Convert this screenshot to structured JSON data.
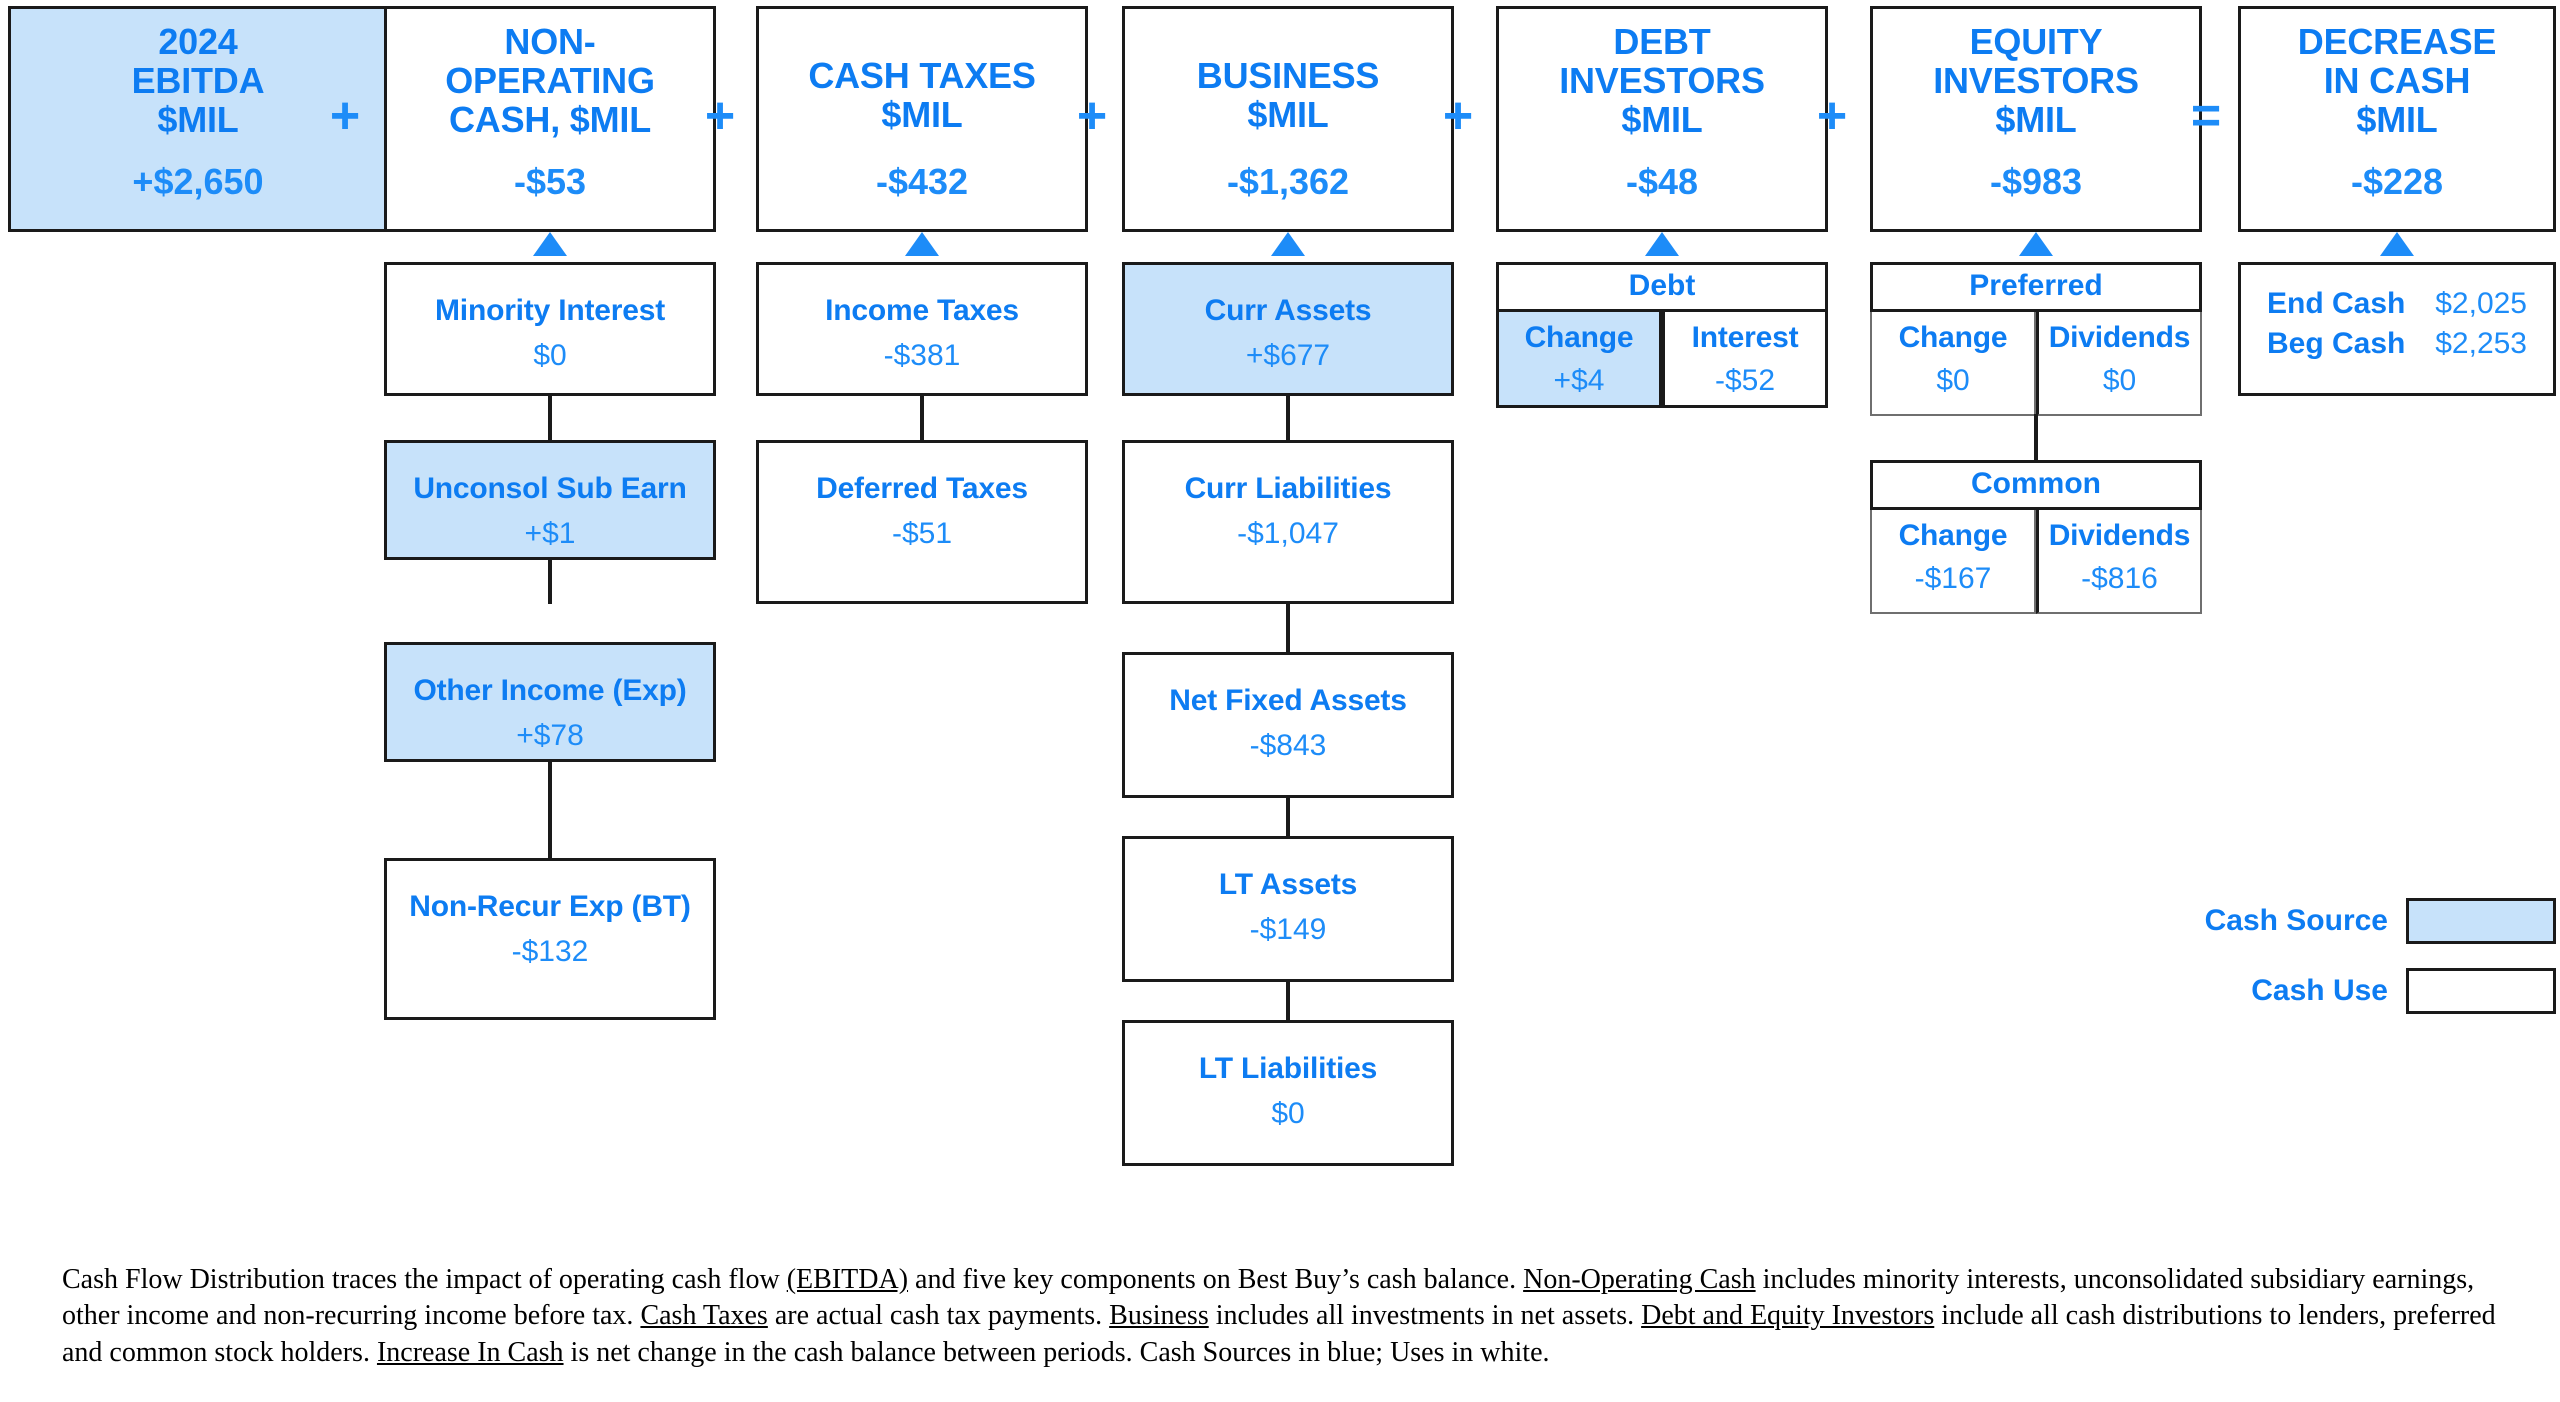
{
  "colors": {
    "accent_blue": "#0d7cf2",
    "value_blue": "#1d8cf8",
    "cash_source_fill": "#c7e2fa",
    "cash_use_fill": "#ffffff",
    "border": "#1a1a1a"
  },
  "operators": {
    "plus": "+",
    "equals": "="
  },
  "columns": [
    {
      "id": "ebitda",
      "title": "2024\nEBITDA\n$MIL",
      "title_lines": [
        "2024",
        "EBITDA",
        "$MIL"
      ],
      "value": "+$2,650",
      "type": "source",
      "operator_after": "+",
      "children": []
    },
    {
      "id": "non-operating-cash",
      "title_lines": [
        "NON-",
        "OPERATING",
        "CASH, $MIL"
      ],
      "value": "-$53",
      "type": "use",
      "operator_after": "+",
      "children": [
        {
          "label": "Minority Interest",
          "value": "$0",
          "type": "use"
        },
        {
          "label": "Unconsol Sub Earn",
          "value": "+$1",
          "type": "source"
        },
        {
          "label": "Other Income (Exp)",
          "value": "+$78",
          "type": "source"
        },
        {
          "label": "Non-Recur Exp (BT)",
          "value": "-$132",
          "type": "use"
        }
      ]
    },
    {
      "id": "cash-taxes",
      "title_lines": [
        "CASH TAXES",
        "$MIL"
      ],
      "value": "-$432",
      "type": "use",
      "operator_after": "+",
      "children": [
        {
          "label": "Income Taxes",
          "value": "-$381",
          "type": "use"
        },
        {
          "label": "Deferred Taxes",
          "value": "-$51",
          "type": "use"
        }
      ]
    },
    {
      "id": "business",
      "title_lines": [
        "BUSINESS",
        "$MIL"
      ],
      "value": "-$1,362",
      "type": "use",
      "operator_after": "+",
      "children": [
        {
          "label": "Curr Assets",
          "value": "+$677",
          "type": "source"
        },
        {
          "label": "Curr Liabilities",
          "value": "-$1,047",
          "type": "use"
        },
        {
          "label": "Net Fixed Assets",
          "value": "-$843",
          "type": "use"
        },
        {
          "label": "LT Assets",
          "value": "-$149",
          "type": "use"
        },
        {
          "label": "LT Liabilities",
          "value": "$0",
          "type": "use"
        }
      ]
    },
    {
      "id": "debt-investors",
      "title_lines": [
        "DEBT",
        "INVESTORS",
        "$MIL"
      ],
      "value": "-$48",
      "type": "use",
      "operator_after": "+",
      "children": []
    },
    {
      "id": "equity-investors",
      "title_lines": [
        "EQUITY",
        "INVESTORS",
        "$MIL"
      ],
      "value": "-$983",
      "type": "use",
      "operator_after": "=",
      "children": []
    },
    {
      "id": "decrease-in-cash",
      "title_lines": [
        "DECREASE",
        "IN CASH",
        "$MIL"
      ],
      "value": "-$228",
      "type": "use",
      "operator_after": "",
      "children": []
    }
  ],
  "debt_table": {
    "title": "Debt",
    "cells": [
      {
        "header": "Change",
        "value": "+$4",
        "type": "source"
      },
      {
        "header": "Interest",
        "value": "-$52",
        "type": "use"
      }
    ]
  },
  "preferred_table": {
    "title": "Preferred",
    "cells": [
      {
        "header": "Change",
        "value": "$0",
        "type": "use"
      },
      {
        "header": "Dividends",
        "value": "$0",
        "type": "use"
      }
    ]
  },
  "common_table": {
    "title": "Common",
    "cells": [
      {
        "header": "Change",
        "value": "-$167",
        "type": "use"
      },
      {
        "header": "Dividends",
        "value": "-$816",
        "type": "use"
      }
    ]
  },
  "cash_summary": {
    "rows": [
      {
        "label": "End Cash",
        "amount": "$2,025"
      },
      {
        "label": "Beg Cash",
        "amount": "$2,253"
      }
    ]
  },
  "legend": {
    "source_label": "Cash Source",
    "use_label": "Cash Use"
  },
  "footer": {
    "part1": "Cash Flow Distribution traces the impact of operating cash flow ",
    "u1": "(EBITDA)",
    "part2": " and five key components on Best Buy’s cash balance.  ",
    "u2": "Non-Operating  Cash",
    "part3": " includes minority interests, unconsolidated subsidiary earnings, other income and non-recurring  income before tax.  ",
    "u3": "Cash Taxes",
    "part4": " are actual cash tax payments.  ",
    "u4": "Business",
    "part5": " includes all investments in net assets. ",
    "u5": "Debt and Equity Investors",
    "part6": " include all cash distributions to lenders, preferred and common stock holders.  ",
    "u6": "Increase In Cash",
    "part7": " is net change in the cash balance between periods. Cash Sources in blue; Uses in white."
  }
}
